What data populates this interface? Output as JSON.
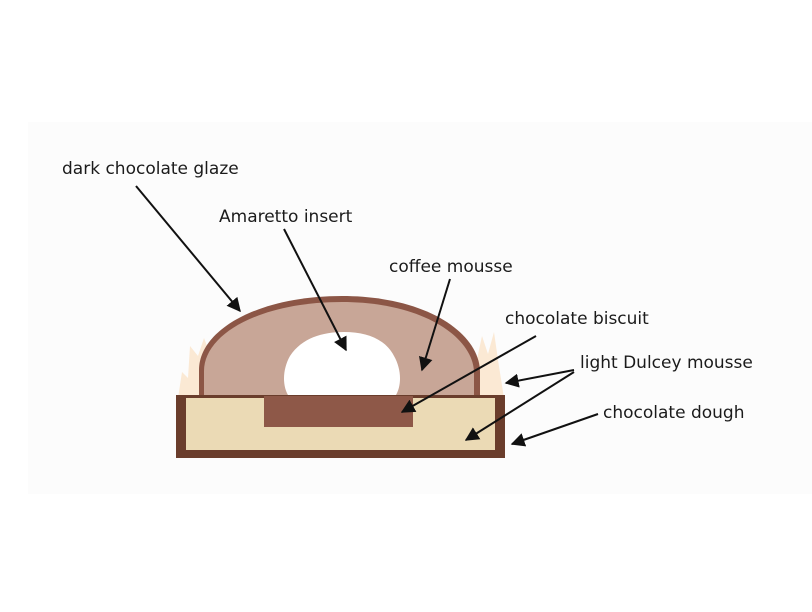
{
  "labels": {
    "dark_chocolate_glaze": "dark chocolate glaze",
    "amaretto_insert": "Amaretto insert",
    "coffee_mousse": "coffee mousse",
    "chocolate_biscuit": "chocolate biscuit",
    "light_dulcey_mousse": "light Dulcey mousse",
    "chocolate_dough": "chocolate dough"
  },
  "colors": {
    "glaze": "#8c5646",
    "coffee_mousse": "#c8a697",
    "insert": "#ffffff",
    "biscuit": "#8e5848",
    "dulcey_mousse": "#eedbb6",
    "dough_fill": "#ebdab5",
    "dough_rim": "#6a3d2c",
    "cream_flames": "#fbe9d4",
    "arrow": "#111111",
    "background": "#ffffff"
  }
}
